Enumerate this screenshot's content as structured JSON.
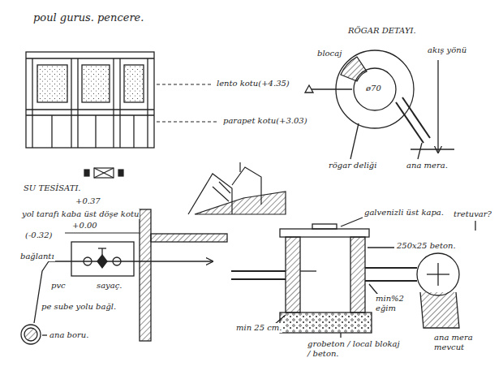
{
  "diagram": {
    "title": "poul gurus. pencere.",
    "labels": [
      "lento kotu(+4.35)",
      "parapet kotu(+3.03)",
      "RÖGAR DETAYI.",
      "blocaj",
      "ø70",
      "akış yönü",
      "rögar deliği",
      "ana mera.",
      "SU TESİSATI.",
      "+0.37",
      "yol tarafı kaba üst döşe kotu",
      "+0.00",
      "(-0.32)",
      "galvenizli üst kapa.",
      "tretuvar?",
      "bağlantı",
      "250x25 beton.",
      "pvc",
      "sayaç.",
      "pe sube yolu bağl.",
      "min%2 eğim",
      "min 25 cm.",
      "ana boru.",
      "grobeton / local blokaj / beton.",
      "ana mera mevcut"
    ]
  }
}
